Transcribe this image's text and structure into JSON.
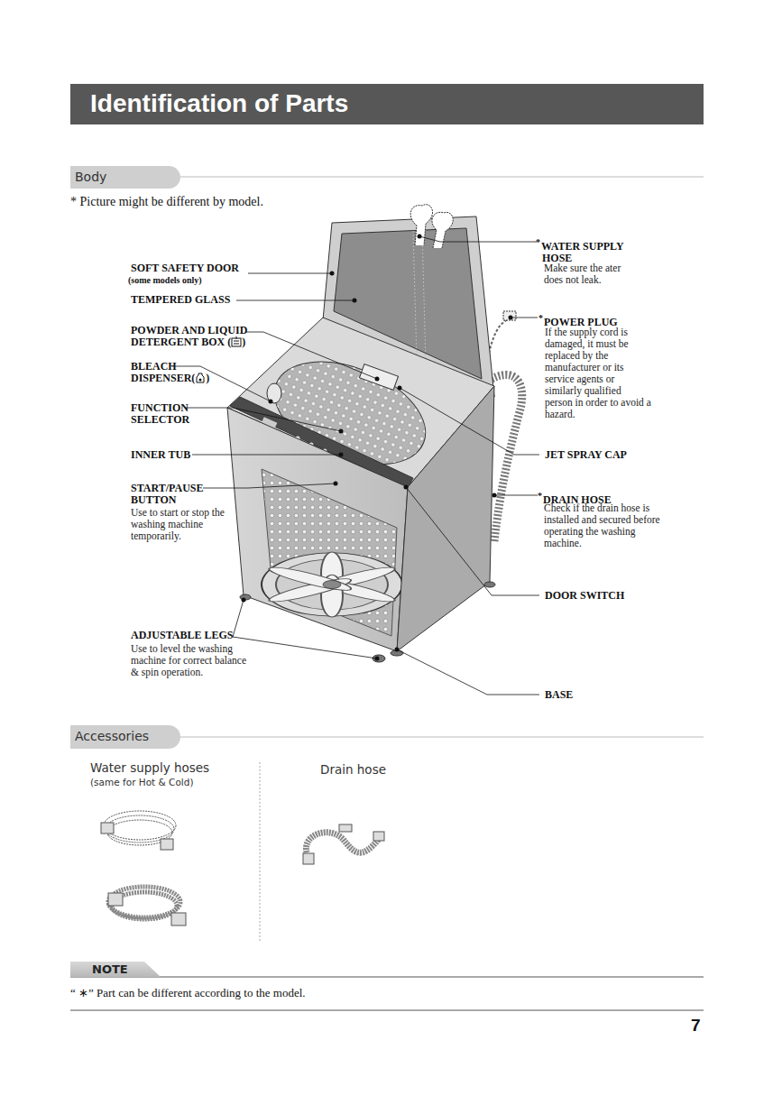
{
  "diagram": {
    "title": "Identification of Parts",
    "nodes": [
      {
        "text": [
          "Body"
        ]
      },
      {
        "text": [
          "Accessories"
        ]
      },
      {
        "text": [
          "NOTE"
        ]
      }
    ],
    "labels": [
      "* Picture might be different by model.",
      "SOFT SAFETY DOOR",
      "(some models only)",
      "TEMPERED GLASS",
      "POWDER AND LIQUID DETERGENT BOX (",
      ")",
      "BLEACH DISPENSER(",
      ")",
      "FUNCTION SELECTOR",
      "INNER TUB",
      "START/PAUSE BUTTON",
      "Use to start or stop the washing machine temporarily.",
      "ADJUSTABLE LEGS",
      "Use to level the washing machine for correct balance & spin operation.",
      "*",
      "WATER SUPPLY HOSE",
      "Make sure the ater does not leak.",
      "*",
      "POWER PLUG",
      "If the supply cord is damaged, it must be replaced by the manufacturer or its service agents or similarly qualified person in order to avoid a hazard.",
      "JET SPRAY CAP",
      "*",
      "DRAIN HOSE",
      "Check if the drain hose is installed and secured before operating the washing machine.",
      "DOOR SWITCH",
      "BASE",
      "Water supply hoses",
      "(same for Hot & Cold)",
      "Drain hose",
      "“ ∗” Part can be different according to the model.",
      "7"
    ]
  }
}
